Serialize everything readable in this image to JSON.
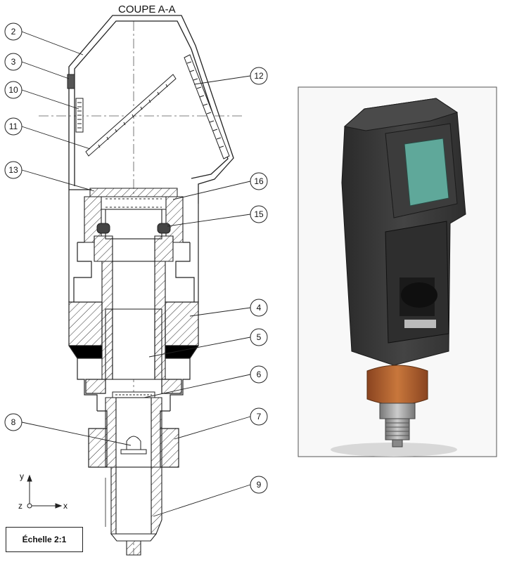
{
  "title": "COUPE A-A",
  "scale_label": "Échelle 2:1",
  "axes": {
    "y": "y",
    "z": "z",
    "x": "x"
  },
  "callouts": [
    {
      "id": "c2",
      "label": "2"
    },
    {
      "id": "c3",
      "label": "3"
    },
    {
      "id": "c10",
      "label": "10"
    },
    {
      "id": "c11",
      "label": "11"
    },
    {
      "id": "c12",
      "label": "12"
    },
    {
      "id": "c13",
      "label": "13"
    },
    {
      "id": "c16",
      "label": "16"
    },
    {
      "id": "c15",
      "label": "15"
    },
    {
      "id": "c4",
      "label": "4"
    },
    {
      "id": "c5",
      "label": "5"
    },
    {
      "id": "c6",
      "label": "6"
    },
    {
      "id": "c8",
      "label": "8"
    },
    {
      "id": "c7",
      "label": "7"
    },
    {
      "id": "c9",
      "label": "9"
    }
  ],
  "colors": {
    "line": "#222222",
    "housing": "#3a3a3a",
    "screen": "#5fa89a",
    "nut": "#b8642f",
    "frame": "#555555"
  }
}
